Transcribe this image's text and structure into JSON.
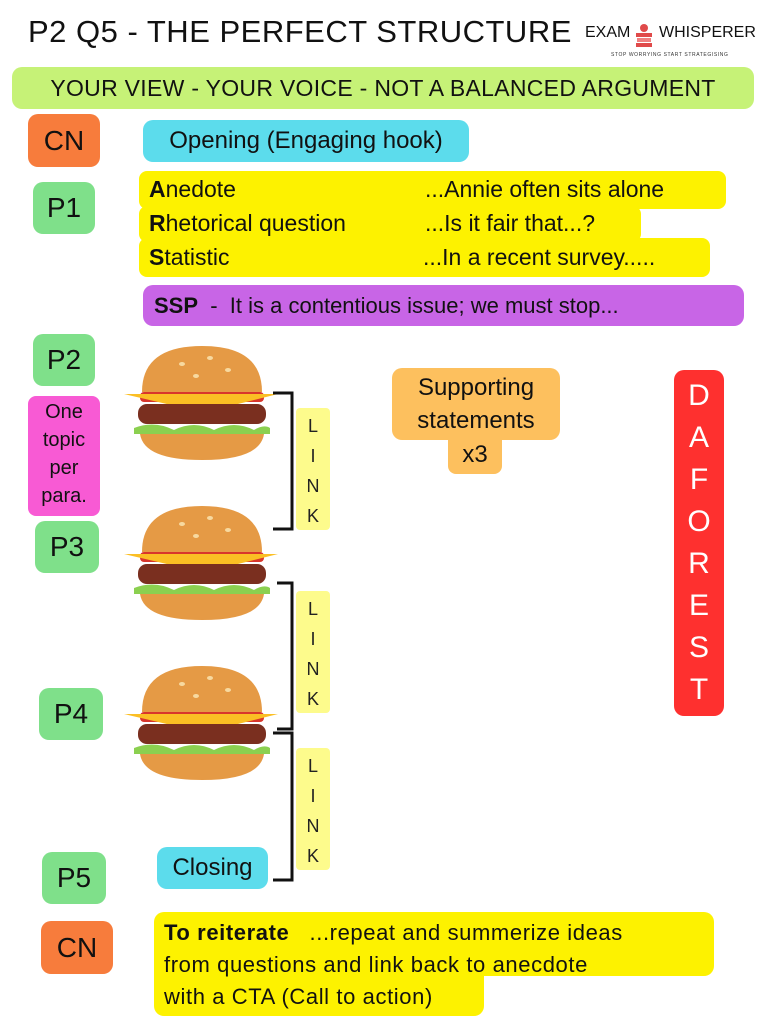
{
  "header": {
    "title": "P2 Q5 - THE PERFECT STRUCTURE",
    "logo_left": "EXAM",
    "logo_right": "WHISPERER",
    "logo_tagline": "STOP WORRYING START STRATEGISING"
  },
  "banner": "YOUR VIEW - YOUR VOICE - NOT A BALANCED ARGUMENT",
  "labels": {
    "cn_top": "CN",
    "p1": "P1",
    "p2": "P2",
    "p3": "P3",
    "p4": "P4",
    "p5": "P5",
    "cn_bottom": "CN"
  },
  "opening": "Opening (Engaging hook)",
  "p1_items": [
    {
      "initial": "A",
      "rest": "nedote",
      "example": "...Annie often sits alone"
    },
    {
      "initial": "R",
      "rest": "hetorical question",
      "example": "...Is it fair that...?"
    },
    {
      "initial": "S",
      "rest": "tatistic",
      "example": "...In a recent survey....."
    }
  ],
  "ssp": {
    "label": "SSP",
    "text": "  -  It is a contentious issue; we must stop..."
  },
  "one_topic": [
    "One",
    "topic",
    "per",
    "para."
  ],
  "link_letters": [
    "L",
    "I",
    "N",
    "K"
  ],
  "supporting": [
    "Supporting",
    "statements",
    "x3"
  ],
  "daforest": [
    "D",
    "A",
    "F",
    "O",
    "R",
    "E",
    "S",
    "T"
  ],
  "closing": "Closing",
  "conclusion": {
    "bold": "To reiterate",
    "line1": "   ...repeat and summerize ideas",
    "line2": "from questions and link back to anecdote",
    "line3": "with a CTA (Call to action)"
  },
  "colors": {
    "banner": "#c6f277",
    "cn": "#f77c3c",
    "p_label": "#7fe08a",
    "hook": "#5cdcec",
    "highlight": "#fdf200",
    "ssp": "#c865e6",
    "one_topic": "#f85ad4",
    "link": "#fdfb8c",
    "supporting": "#fdc05e",
    "daforest": "#fe302f"
  },
  "icons": [
    "burger-icon",
    "book-stack-icon"
  ]
}
